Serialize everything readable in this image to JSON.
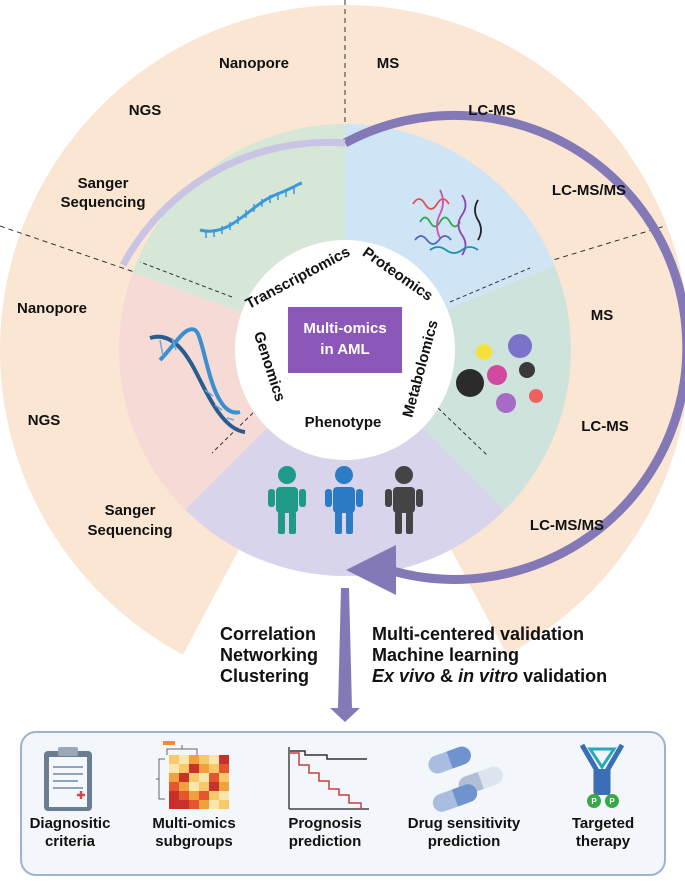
{
  "center": {
    "title_line1": "Multi-omics",
    "title_line2": "in AML",
    "color": "#8b57b9"
  },
  "omics": {
    "transcriptomics": "Transcriptomics",
    "proteomics": "Proteomics",
    "metabolomics": "Metabolomics",
    "phenotype": "Phenotype",
    "genomics": "Genomics"
  },
  "techniques": {
    "transcriptomics": [
      "Nanopore",
      "NGS",
      "Sanger",
      "Sequencing"
    ],
    "proteomics": [
      "MS",
      "LC-MS",
      "LC-MS/MS"
    ],
    "metabolomics": [
      "MS",
      "LC-MS",
      "LC-MS/MS"
    ],
    "genomics": [
      "Nanopore",
      "NGS",
      "Sanger",
      "Sequencing"
    ]
  },
  "analysis_left": [
    "Correlation",
    "Networking",
    "Clustering"
  ],
  "analysis_right": {
    "line1": "Multi-centered validation",
    "line2": "Machine learning",
    "line3_italic_a": "Ex vivo",
    "line3_mid": " & ",
    "line3_italic_b": "in vitro",
    "line3_end": " validation"
  },
  "outcomes": [
    {
      "line1": "Diagnositic",
      "line2": "criteria",
      "icon": "clipboard-icon"
    },
    {
      "line1": "Multi-omics",
      "line2": "subgroups",
      "icon": "heatmap-icon"
    },
    {
      "line1": "Prognosis",
      "line2": "prediction",
      "icon": "survival-curve-icon"
    },
    {
      "line1": "Drug sensitivity",
      "line2": "prediction",
      "icon": "capsules-icon"
    },
    {
      "line1": "Targeted",
      "line2": "therapy",
      "icon": "antibody-icon"
    }
  ],
  "colors": {
    "outer_ring": "#fbe6d3",
    "transcriptomics": "#d6e6d7",
    "proteomics": "#cfe4f4",
    "metabolomics": "#cfe3dd",
    "phenotype": "#d7d4ec",
    "genomics": "#f6dad6",
    "arrow": "#8479b7",
    "box_border": "#9fb3cc"
  }
}
